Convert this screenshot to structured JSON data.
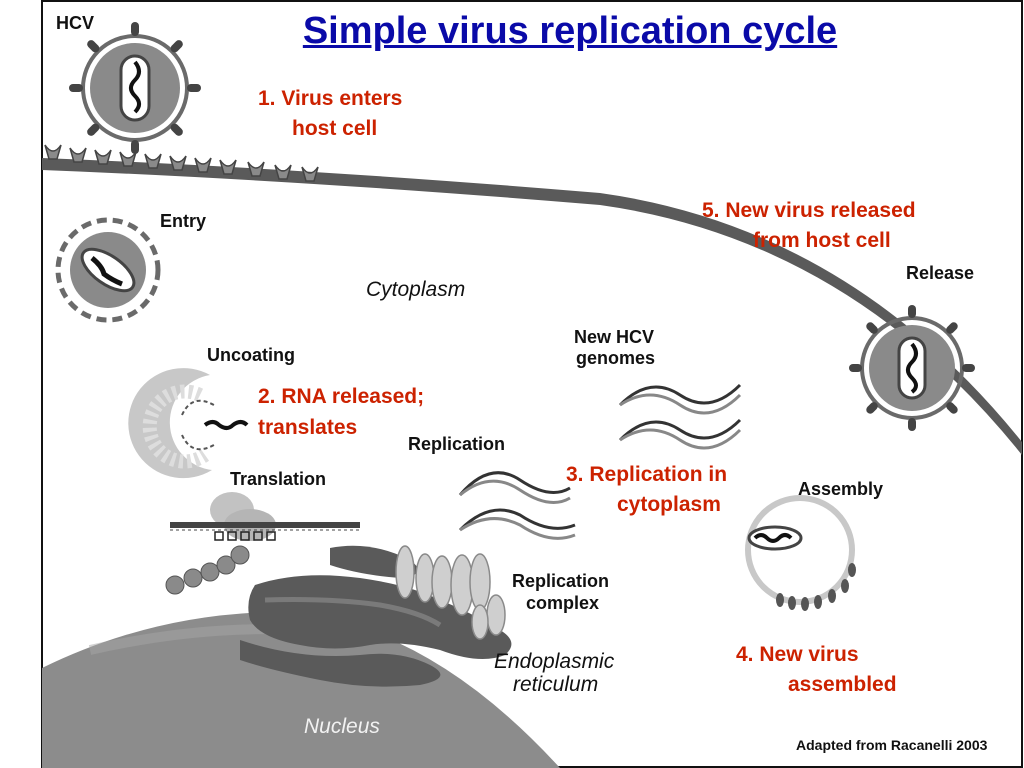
{
  "title": "Simple virus replication cycle",
  "steps": {
    "s1_line1": "1.    Virus enters",
    "s1_line2": "host cell",
    "s2_line1": "2. RNA released;",
    "s2_line2": "translates",
    "s3_line1": "3. Replication in",
    "s3_line2": "cytoplasm",
    "s4_line1": "4. New virus",
    "s4_line2": "assembled",
    "s5_line1": "5. New virus released",
    "s5_line2": "from host cell"
  },
  "labels": {
    "hcv": "HCV",
    "entry": "Entry",
    "cytoplasm": "Cytoplasm",
    "uncoating": "Uncoating",
    "translation": "Translation",
    "replication": "Replication",
    "new_hcv_line1": "New HCV",
    "new_hcv_line2": "genomes",
    "replication_complex_line1": "Replication",
    "replication_complex_line2": "complex",
    "er_line1": "Endoplasmic",
    "er_line2": "reticulum",
    "nucleus": "Nucleus",
    "assembly": "Assembly",
    "release": "Release"
  },
  "credit": "Adapted from Racanelli 2003",
  "colors": {
    "title": "#0a0aa8",
    "step_text": "#cc2200",
    "membrane": "#555555",
    "nucleus": "#8c8c8c",
    "er": "#5a5a5a",
    "virus_capsid": "#8a8a8a"
  }
}
